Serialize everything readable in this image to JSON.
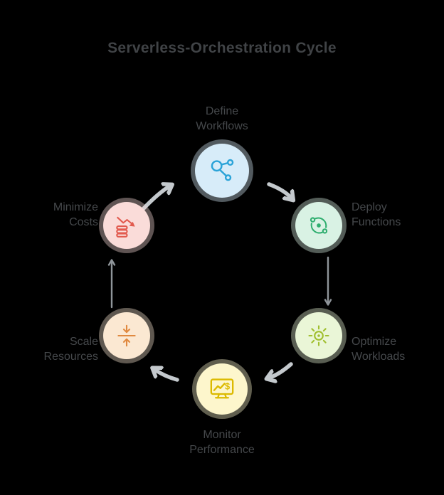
{
  "title": "Serverless-Orchestration Cycle",
  "nodes": [
    {
      "name": "define-workflows",
      "lines": [
        "Define",
        "Workflows"
      ],
      "icon": "share-network-icon",
      "circle": "#d7ecf9",
      "accent": "#2aa3d8",
      "halo": "rgba(215,236,249,0.38)"
    },
    {
      "name": "deploy-functions",
      "lines": [
        "Deploy",
        "Functions"
      ],
      "icon": "sync-cycle-icon",
      "circle": "#d9f2e4",
      "accent": "#2fae6f",
      "halo": "rgba(217,242,228,0.38)"
    },
    {
      "name": "optimize-workloads",
      "lines": [
        "Optimize",
        "Workloads"
      ],
      "icon": "sun-rays-icon",
      "circle": "#eaf6d7",
      "accent": "#a0bf2e",
      "halo": "rgba(234,246,215,0.38)"
    },
    {
      "name": "monitor-performance",
      "lines": [
        "Monitor",
        "Performance"
      ],
      "icon": "monitor-chart-dollar-icon",
      "circle": "#fdf6cc",
      "accent": "#dcba00",
      "halo": "rgba(253,246,204,0.38)"
    },
    {
      "name": "scale-resources",
      "lines": [
        "Scale",
        "Resources"
      ],
      "icon": "compress-arrows-icon",
      "circle": "#fbe8d2",
      "accent": "#e0893f",
      "halo": "rgba(251,232,210,0.38)"
    },
    {
      "name": "minimize-costs",
      "lines": [
        "Minimize",
        "Costs"
      ],
      "icon": "declining-chart-coins-icon",
      "circle": "#fadcd9",
      "accent": "#e25b4f",
      "halo": "rgba(250,220,217,0.38)"
    }
  ],
  "flow_direction": "clockwise",
  "colors": {
    "background": "#000000",
    "title_text": "#404346",
    "label_text": "#45484b",
    "connector_thick": "#c4c9cd",
    "connector_thin": "#8f959a"
  }
}
